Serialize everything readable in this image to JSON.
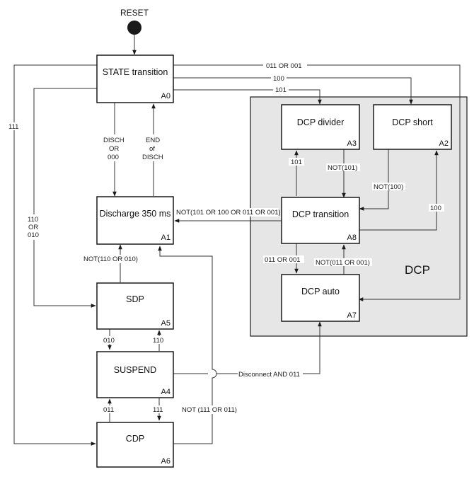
{
  "reset_label": "RESET",
  "region_label": "DCP",
  "states": {
    "a0": {
      "name": "STATE transition",
      "id": "A0"
    },
    "a1": {
      "name": "Discharge 350 ms",
      "id": "A1"
    },
    "a5": {
      "name": "SDP",
      "id": "A5"
    },
    "a4": {
      "name": "SUSPEND",
      "id": "A4"
    },
    "a6": {
      "name": "CDP",
      "id": "A6"
    },
    "a3": {
      "name": "DCP divider",
      "id": "A3"
    },
    "a2": {
      "name": "DCP short",
      "id": "A2"
    },
    "a8": {
      "name": "DCP transition",
      "id": "A8"
    },
    "a7": {
      "name": "DCP auto",
      "id": "A7"
    }
  },
  "transitions": {
    "a0_a7": "011 OR 001",
    "a0_a2": "100",
    "a0_a3": "101",
    "a0_a6": "111",
    "a0_a5": [
      "110",
      "OR",
      "010"
    ],
    "a0_a1": [
      "DISCH",
      "OR",
      "000"
    ],
    "a1_a0": [
      "END",
      "of",
      "DISCH"
    ],
    "a8_a1": "NOT(101 OR 100 OR 011 OR 001)",
    "a8_a3": "101",
    "a3_a8": "NOT(101)",
    "a2_a8": "NOT(100)",
    "a8_a2": "100",
    "a8_a7": "011 OR 001",
    "a7_a8": "NOT(011 OR 001)",
    "a5_a1": "NOT(110 OR 010)",
    "a5_a4": "010",
    "a4_a5": "110",
    "a4_a7": "Disconnect AND 011",
    "a4_a6": "111",
    "a6_a4": "011",
    "a6_a1": "NOT (111 OR 011)"
  }
}
